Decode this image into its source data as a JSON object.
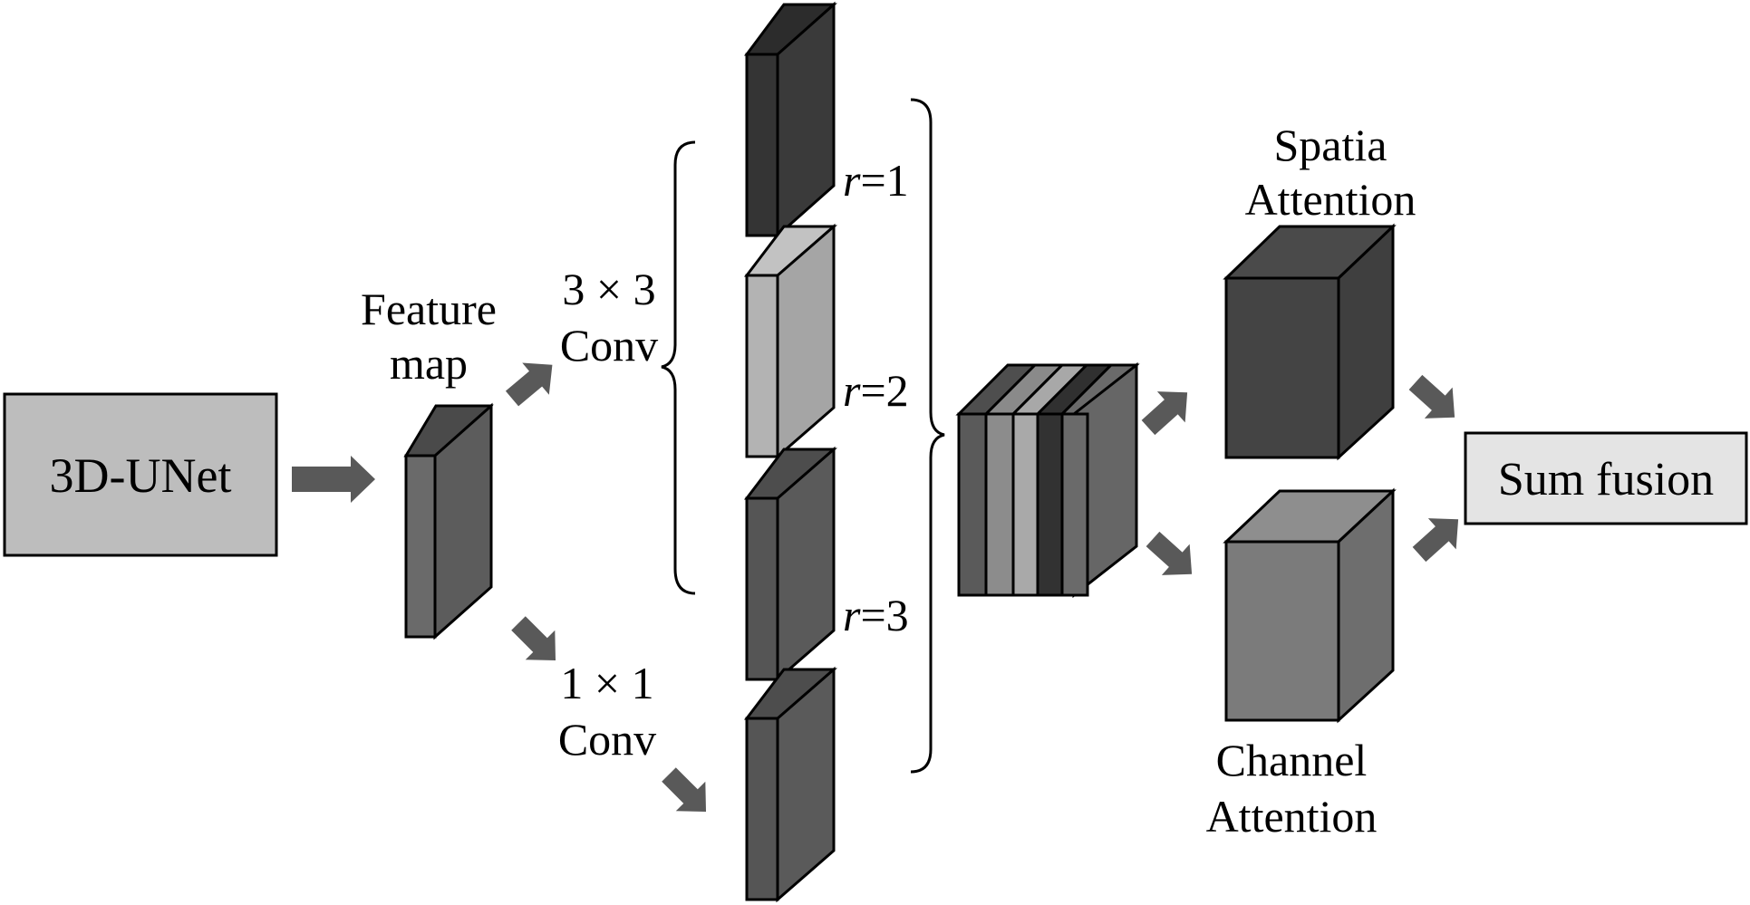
{
  "boxes": {
    "unet": "3D-UNet",
    "sum_fusion": "Sum fusion"
  },
  "labels": {
    "feature_map_line1": "Feature",
    "feature_map_line2": "map",
    "conv3_line1": "3 × 3",
    "conv3_line2": "Conv",
    "conv1_line1": "1 × 1",
    "conv1_line2": "Conv",
    "spatial_line1": "Spatia",
    "spatial_line2": "Attention",
    "channel_line1": "Channel",
    "channel_line2": "Attention"
  },
  "dilation_labels": [
    {
      "var": "r",
      "value": "=1"
    },
    {
      "var": "r",
      "value": "=2"
    },
    {
      "var": "r",
      "value": "=3"
    }
  ],
  "colors": {
    "box_fill": "#bdbdbd",
    "sum_fill": "#e4e4e4",
    "arrow": "#595959",
    "dark": "#3c3c3c",
    "mid": "#5f5f5f",
    "light": "#a9a9a9",
    "cube_gray": "#7a7a7a"
  }
}
